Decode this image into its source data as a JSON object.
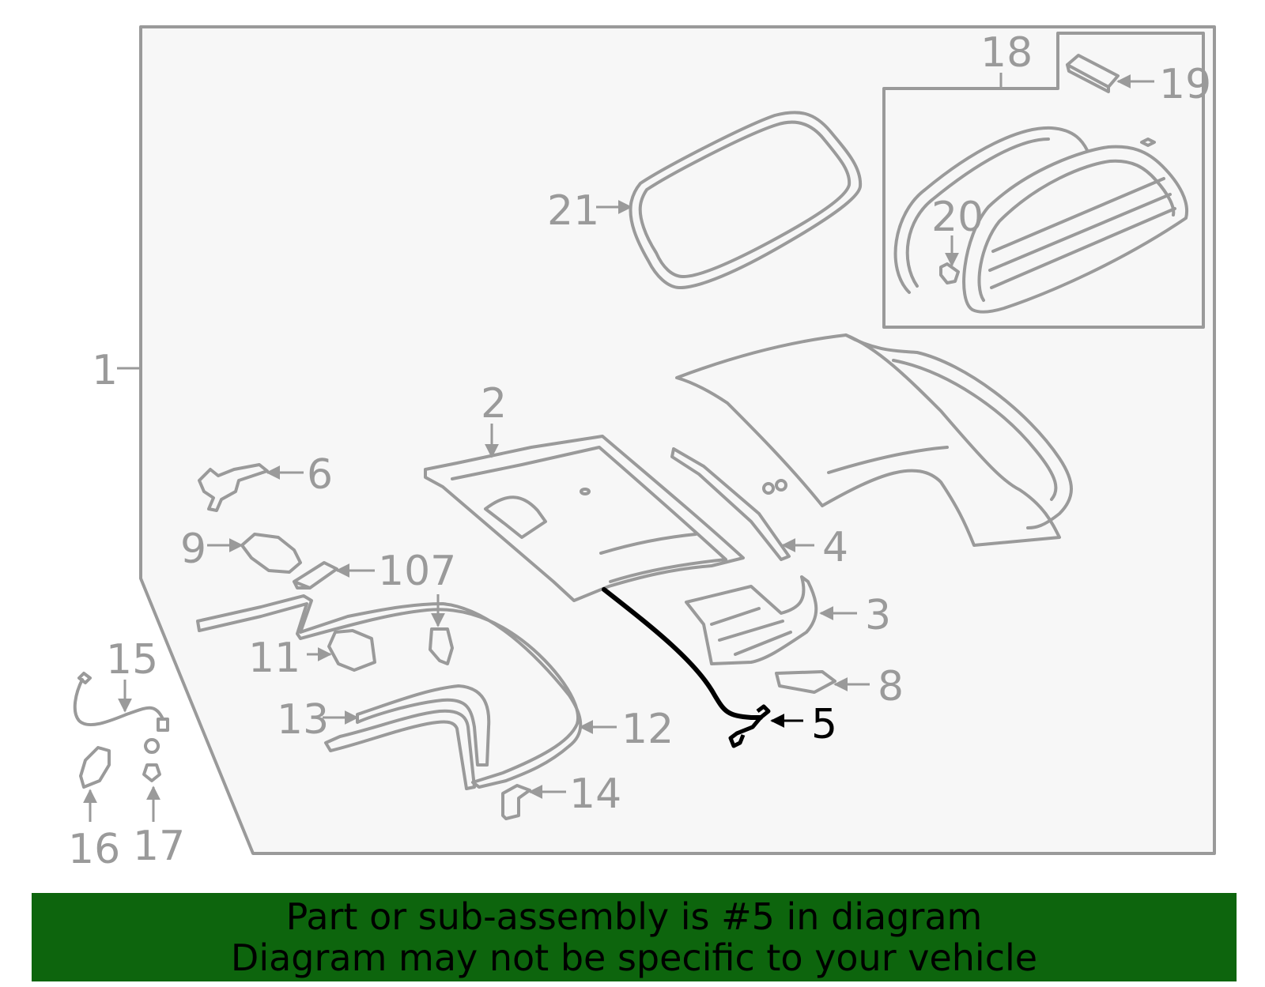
{
  "colors": {
    "part_line": "#9a9a9a",
    "highlight": "#000000",
    "panel_fill": "#f7f7f7",
    "banner": "#0d650d"
  },
  "callouts": {
    "c1": "1",
    "c2": "2",
    "c3": "3",
    "c4": "4",
    "c5": "5",
    "c6": "6",
    "c8": "8",
    "c9": "9",
    "c107": "107",
    "c11": "11",
    "c12": "12",
    "c13": "13",
    "c14": "14",
    "c15": "15",
    "c16": "16",
    "c17": "17",
    "c18": "18",
    "c19": "19",
    "c20": "20",
    "c21": "21"
  },
  "banner": {
    "line1": "Part or sub-assembly is #5 in diagram",
    "line2": "Diagram may not be specific to your vehicle"
  }
}
